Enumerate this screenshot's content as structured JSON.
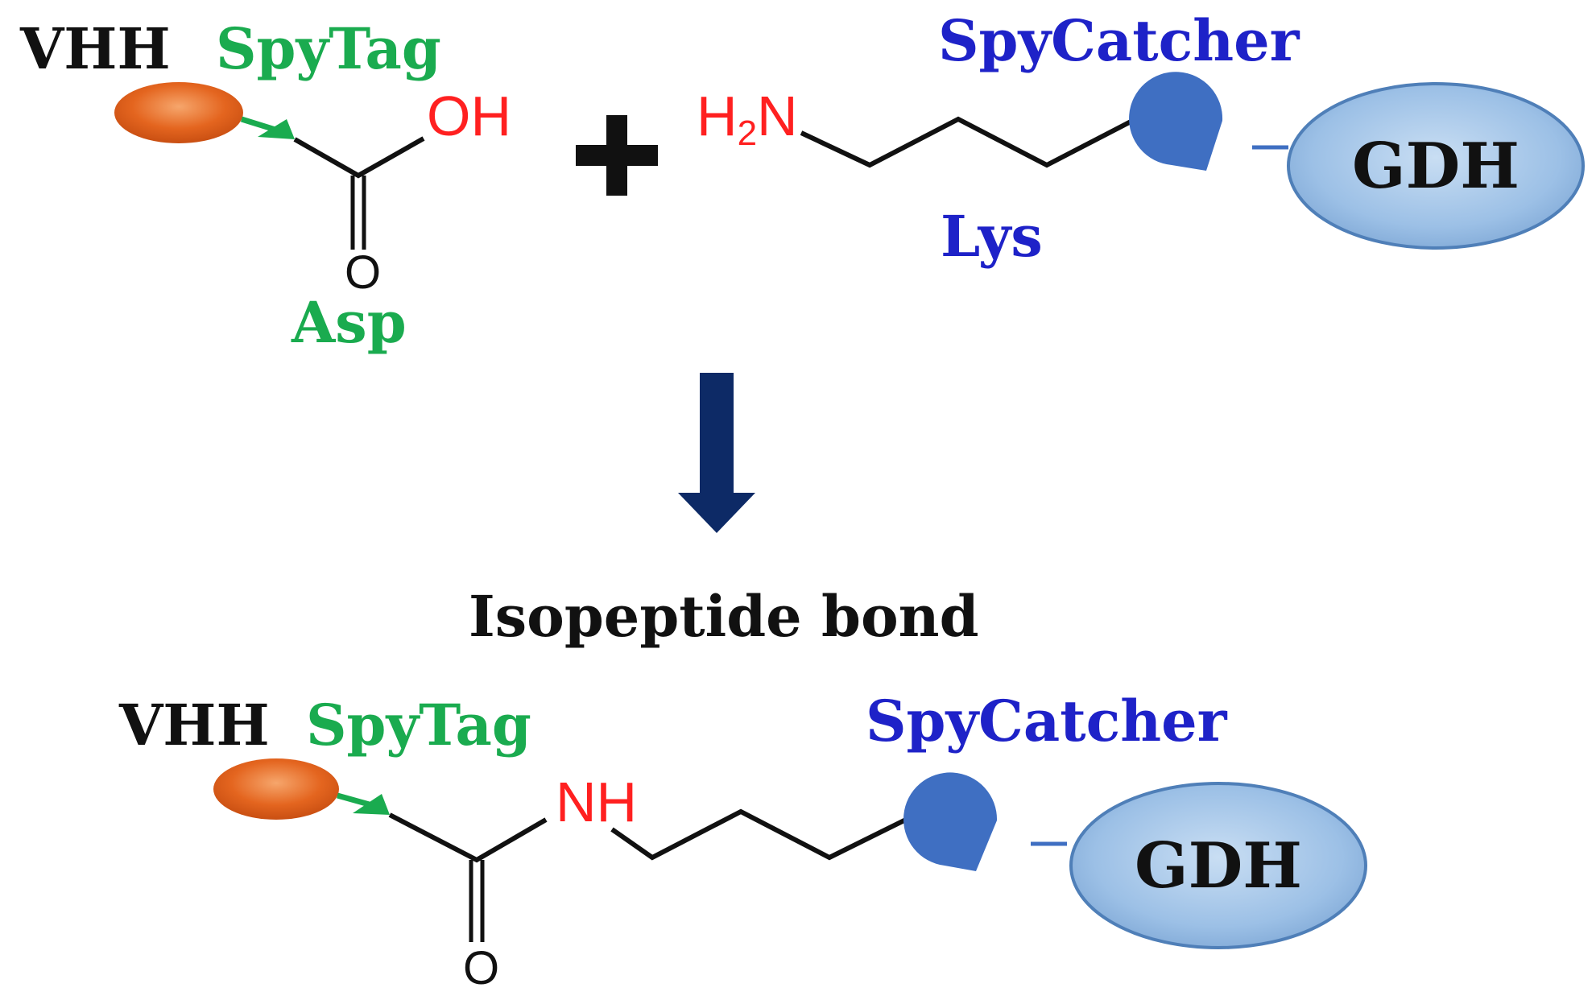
{
  "colors": {
    "vhh_text": "#111111",
    "spytag_green": "#1aab4f",
    "spycatcher_blue": "#1e22c8",
    "chem_red": "#ff2020",
    "bond_black": "#111111",
    "arrow_navy": "#0d2a66",
    "vhh_orange": "#e4651f",
    "catcher_blue": "#3f6fc2",
    "gdh_fill": "#9cc0e6",
    "gdh_stroke": "#4f7fb8"
  },
  "reactants": {
    "vhh_label": "VHH",
    "spytag_label": "SpyTag",
    "oh_label": "OH",
    "carbonyl_o": "O",
    "asp_label": "Asp",
    "plus_sign": "+",
    "amine_h": "H",
    "amine_sub": "2",
    "amine_n": "N",
    "spycatcher_label": "SpyCatcher",
    "lys_label": "Lys",
    "gdh_label": "GDH"
  },
  "reaction": {
    "bond_label": "Isopeptide bond"
  },
  "product": {
    "vhh_label": "VHH",
    "spytag_label": "SpyTag",
    "nh_label": "NH",
    "carbonyl_o": "O",
    "spycatcher_label": "SpyCatcher",
    "gdh_label": "GDH"
  }
}
